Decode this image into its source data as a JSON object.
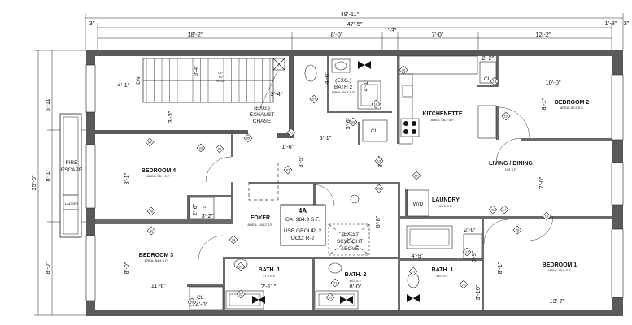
{
  "dimensions": {
    "overall": "49'-11\"",
    "inner": "47'-5\"",
    "left_edge": "3\"",
    "right_edge": "1'-3\"",
    "right_edge2": "3\"",
    "seg1": "18'-2\"",
    "seg2": "8'-0\"",
    "seg3": "1'-3\"",
    "seg4": "7'-0\"",
    "seg5": "12'-2\"",
    "height_total": "25'-0\"",
    "left_a": "6'-11\"",
    "left_b": "8'-1\"",
    "left_c": "8'-0\"",
    "stair_w": "3'-4\"",
    "stair_l": "4'-1\"",
    "d_3_4": "3'-4\"",
    "d_3_3": "3'-3\"",
    "d_4_0": "4'-0\"",
    "d_4_1": "4'-1\"",
    "d_3_6": "3'-6\"",
    "d_5_1": "5'-1\"",
    "d_1_6": "1'-6\"",
    "d_3_5": "3'-5\"",
    "d_3_6b": "3'-6\"",
    "d_2_2": "2'-2\"",
    "d_10_0": "10'-0\"",
    "d_8_1": "8'-1\"",
    "d_7_0": "7'-0\"",
    "d_8_1b": "8'-1\"",
    "d_8_1c": "8'-1\"",
    "d_6_8": "6'-8\"",
    "d_2_0": "2'-0\"",
    "d_4_9": "4'-9\"",
    "d_11_6": "11'-6\"",
    "d_8_0": "8'-0\"",
    "d_7_11": "7'-11\"",
    "d_8_0b": "8'-0\"",
    "d_4_0b": "4'-0\"",
    "d_3_2": "3'-2\"",
    "d_2_6": "2'-6\"",
    "d_3_10": "3'-10\"",
    "d_13_7": "13'-7\"",
    "d_5_9": "5'-9\""
  },
  "labels": {
    "dn": "DN",
    "up_to_roof_1": "UP",
    "up_to_roof_2": "TO",
    "up_to_roof_3": "ROOF",
    "exhaust_1": "(EXG.)",
    "exhaust_2": "EXHAUST",
    "exhaust_3": "CHASE",
    "fire_escape_1": "FIRE",
    "fire_escape_2": "ESCAPE",
    "ladder": "LADDER",
    "skylight_1": "(EXG.)",
    "skylight_2": "SKYLIGHT",
    "skylight_3": "ABOVE",
    "wd": "W/D",
    "cl": "CL."
  },
  "rooms": {
    "bath2_top": {
      "name_1": "(EXG.)",
      "name_2": "BATH 2",
      "area": "AREA: 34.4 S.F."
    },
    "kitchenette": {
      "name": "KITCHENETTE",
      "area": "AREA: 66.2 S.F."
    },
    "bedroom2": {
      "name": "BEDROOM 2",
      "area": "AREA: 80.2 S.F."
    },
    "bedroom4": {
      "name": "BEDROOM 4",
      "area": "AREA: 80.1 S.F."
    },
    "living": {
      "name": "LIVING / DINING",
      "area": "154 S.F."
    },
    "foyer": {
      "name": "FOYER",
      "area": "AREA: 154.2 S.F."
    },
    "laundry": {
      "name": "LAUNDRY",
      "area": "20.0 S.F."
    },
    "bedroom3": {
      "name": "BEDROOM 3",
      "area": "AREA: 84.4 S.F."
    },
    "bath1_left": {
      "name": "BATH. 1",
      "area": "37.6 S.F."
    },
    "bath2_bottom": {
      "name": "BATH. 2",
      "area": "38.0 S.F."
    },
    "bath1_right": {
      "name": "BATH. 1",
      "area": "38.0 S.F."
    },
    "bedroom1": {
      "name": "BEDROOM 1",
      "area": "AREA: 95.6 S.F."
    }
  },
  "unit_box": {
    "unit": "4A",
    "ga": "GA: 984.9 S.F.",
    "use_group": "USE GROUP: 2",
    "occ": "OCC: R-2"
  },
  "tags": [
    "01",
    "02",
    "03",
    "04",
    "05",
    "06",
    "07",
    "08",
    "09",
    "10",
    "11",
    "12",
    "13",
    "14",
    "15",
    "16",
    "17",
    "18",
    "19",
    "20",
    "21",
    "22",
    "23",
    "24",
    "25",
    "26",
    "27",
    "28",
    "29",
    "30"
  ]
}
